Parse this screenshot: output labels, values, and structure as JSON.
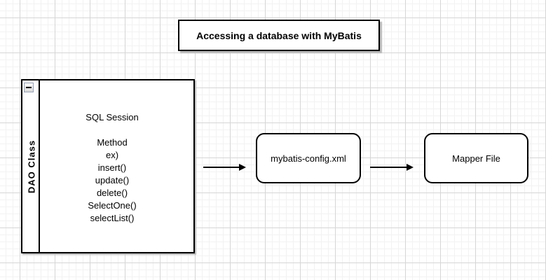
{
  "diagram": {
    "title": "Accessing a database with MyBatis",
    "dao": {
      "lane_label": "DAO Class",
      "collapse_icon": "minus",
      "lines": [
        "SQL Session",
        "",
        "Method",
        "ex)",
        "insert()",
        "update()",
        "delete()",
        "SelectOne()",
        "selectList()"
      ]
    },
    "nodes": [
      {
        "label": "mybatis-config.xml"
      },
      {
        "label": "Mapper File"
      }
    ],
    "connectors": [
      {
        "from": "dao-class",
        "to": "mybatis-config"
      },
      {
        "from": "mybatis-config",
        "to": "mapper-file"
      }
    ],
    "colors": {
      "shape_border": "#000000",
      "shape_fill": "#ffffff",
      "shadow": "#b9b9b9",
      "grid_minor": "#f2f2f2",
      "grid_major": "#d6d6d6",
      "canvas_background": "#ffffff"
    }
  }
}
